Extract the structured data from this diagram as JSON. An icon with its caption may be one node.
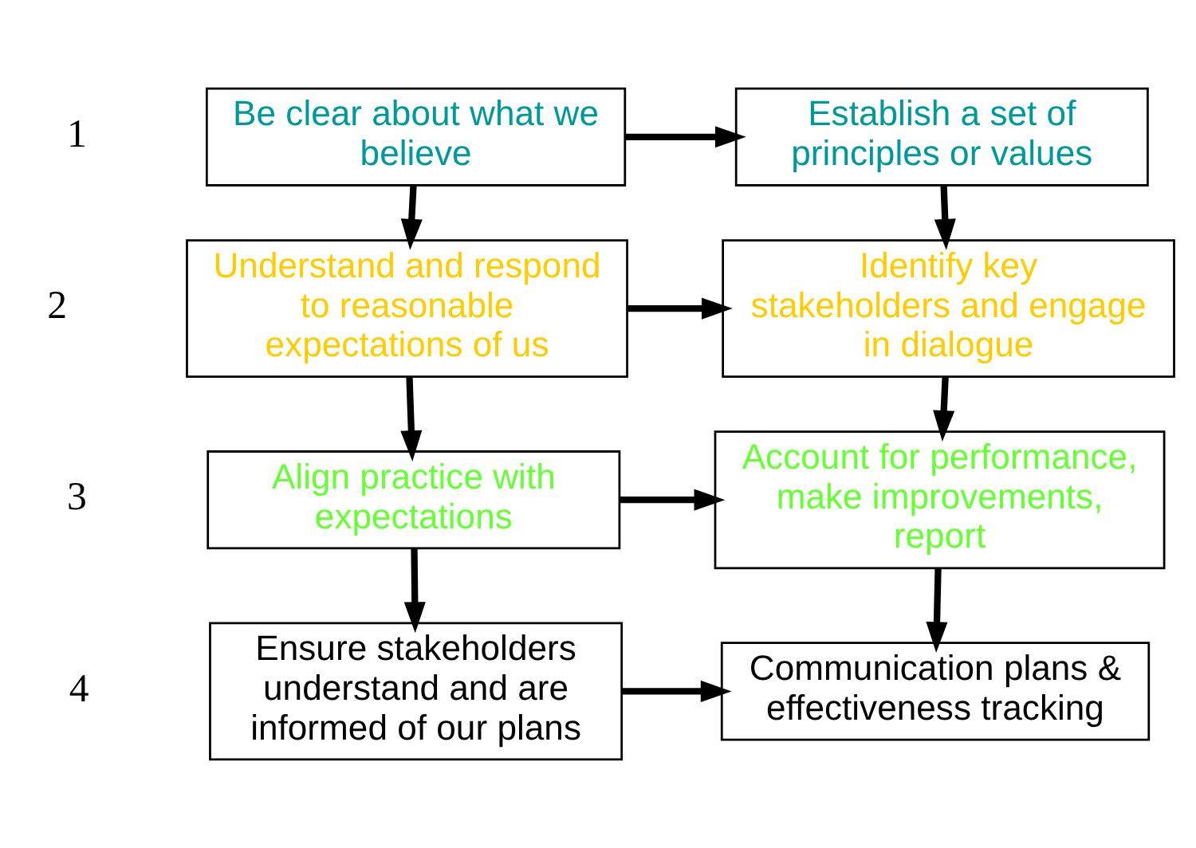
{
  "diagram": {
    "nodes": [
      {
        "text": [
          "Be clear about what we believe"
        ]
      },
      {
        "text": [
          "Establish a set of principles or values"
        ]
      },
      {
        "text": [
          "Understand and respond to reasonable expectations of us"
        ]
      },
      {
        "text": [
          "Identify key stakeholders and engage in dialogue"
        ]
      },
      {
        "text": [
          "Align practice with expectations"
        ]
      },
      {
        "text": [
          "Account for performance, make improvements, report"
        ]
      },
      {
        "text": [
          "Ensure stakeholders understand and are informed of our plans"
        ]
      },
      {
        "text": [
          "Communication plans & effectiveness tracking"
        ]
      }
    ],
    "edges": [
      {
        "from": 0,
        "to": 1,
        "arrow": "to"
      },
      {
        "from": 0,
        "to": 2,
        "arrow": "to"
      },
      {
        "from": 1,
        "to": 3,
        "arrow": "to"
      },
      {
        "from": 2,
        "to": 3,
        "arrow": "to"
      },
      {
        "from": 2,
        "to": 4,
        "arrow": "to"
      },
      {
        "from": 3,
        "to": 5,
        "arrow": "to"
      },
      {
        "from": 4,
        "to": 5,
        "arrow": "to"
      },
      {
        "from": 4,
        "to": 6,
        "arrow": "to"
      },
      {
        "from": 5,
        "to": 7,
        "arrow": "to"
      },
      {
        "from": 6,
        "to": 7,
        "arrow": "to"
      }
    ],
    "labels": [
      "1",
      "2",
      "3",
      "4"
    ]
  }
}
